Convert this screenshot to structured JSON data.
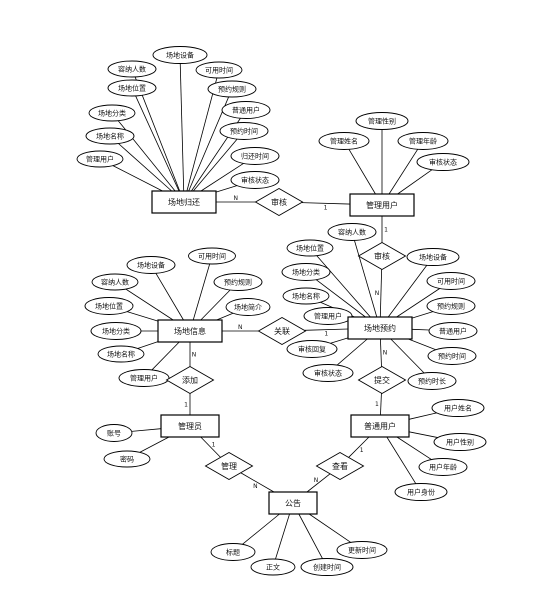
{
  "entities": {
    "venue_return": "场地归还",
    "manager_user": "管理用户",
    "venue_info": "场地信息",
    "venue_booking": "场地预约",
    "administrator": "管理员",
    "ordinary_user": "普通用户",
    "announcement": "公告"
  },
  "relationships": {
    "review_top": "审核",
    "review_mid": "审核",
    "relate": "关联",
    "add": "添加",
    "submit": "提交",
    "manage": "管理",
    "view": "查看"
  },
  "attributes": {
    "venue_return": [
      "场地设备",
      "容纳人数",
      "可用时间",
      "场地位置",
      "预约规则",
      "场地分类",
      "普通用户",
      "场地名称",
      "预约时间",
      "管理用户",
      "归还时间",
      "审核状态"
    ],
    "manager_user": [
      "管理性别",
      "管理姓名",
      "管理年龄",
      "审核状态"
    ],
    "venue_info": [
      "场地设备",
      "可用时间",
      "容纳人数",
      "预约规则",
      "场地位置",
      "场地简介",
      "场地分类",
      "场地名称",
      "管理用户"
    ],
    "venue_booking": [
      "容纳人数",
      "场地位置",
      "场地设备",
      "场地分类",
      "可用时间",
      "场地名称",
      "预约规则",
      "管理用户",
      "普通用户",
      "审核回复",
      "预约时间",
      "审核状态",
      "预约时长"
    ],
    "administrator": [
      "账号",
      "密码"
    ],
    "ordinary_user": [
      "用户姓名",
      "用户性别",
      "用户年龄",
      "用户身份"
    ],
    "announcement": [
      "标题",
      "正文",
      "创建时间",
      "更新时间"
    ]
  },
  "cardinality": {
    "one": "1",
    "many": "N"
  }
}
